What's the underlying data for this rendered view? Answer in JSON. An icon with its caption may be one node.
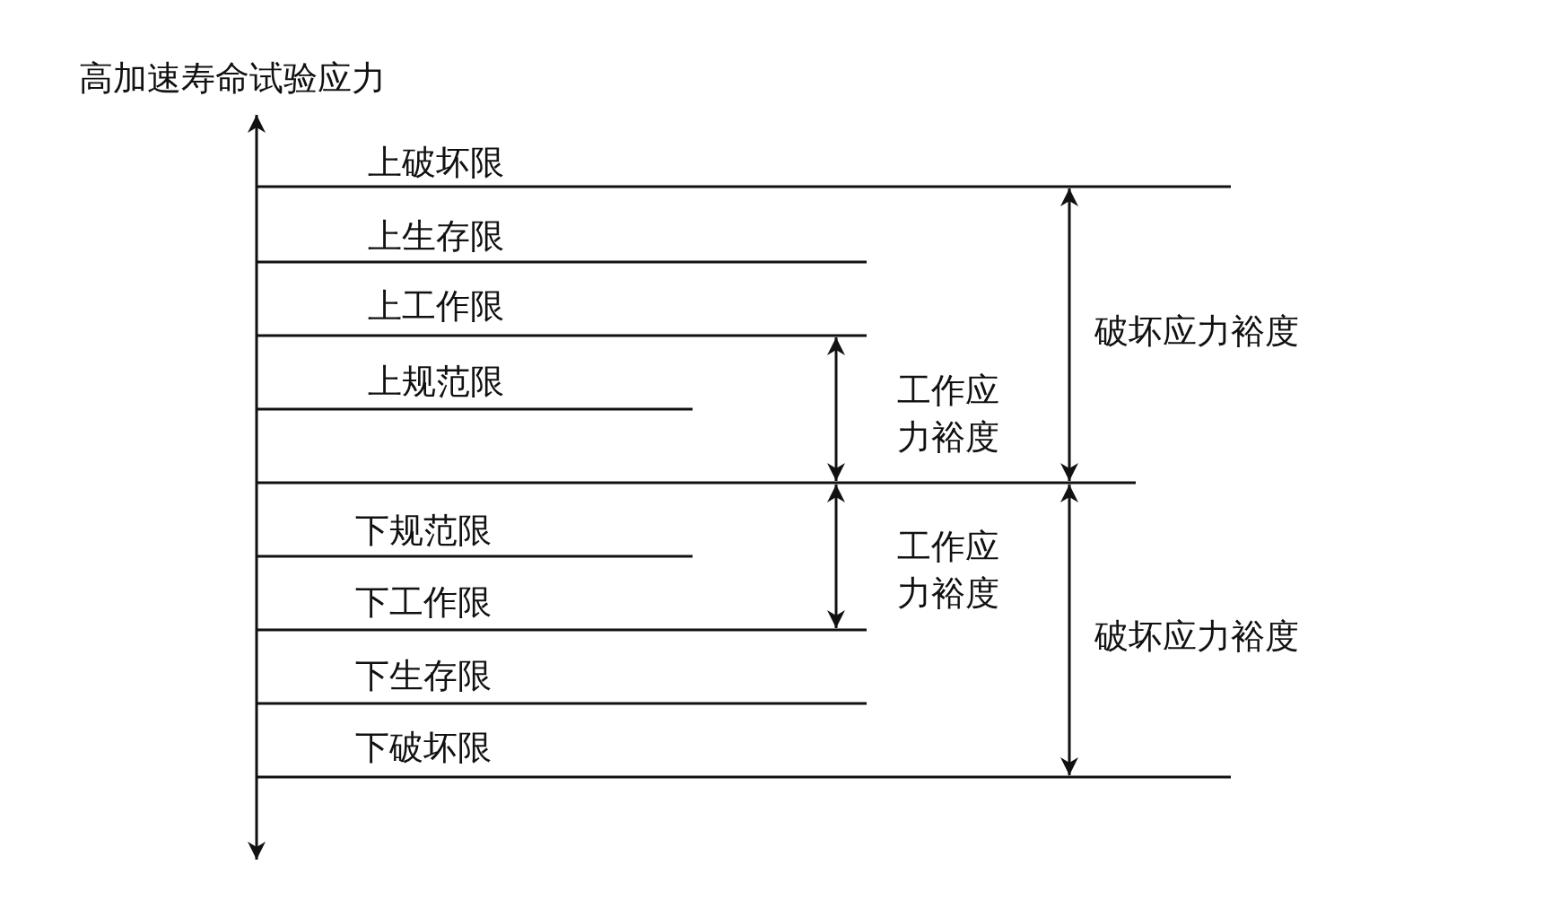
{
  "diagram": {
    "labels": [
      "高加速寿命试验应力",
      "上破坏限",
      "上生存限",
      "上工作限",
      "上规范限",
      "工作应力裕度",
      "破坏应力裕度",
      "下规范限",
      "下工作限",
      "工作应力裕度",
      "下生存限",
      "破坏应力裕度",
      "下破坏限"
    ]
  }
}
